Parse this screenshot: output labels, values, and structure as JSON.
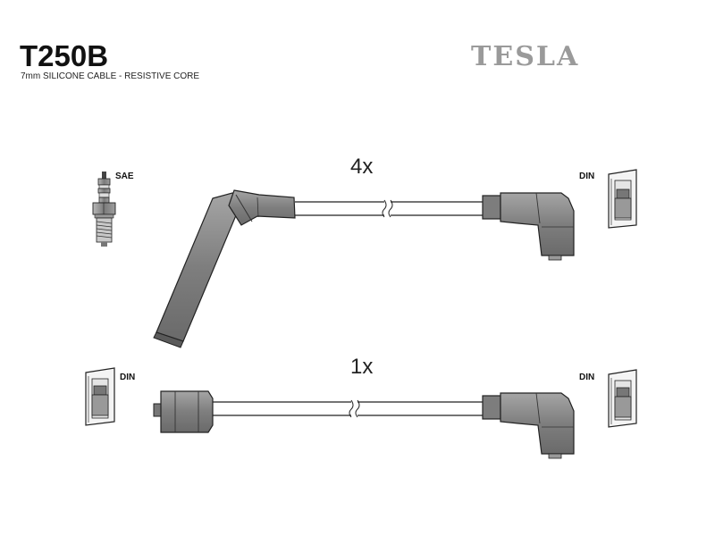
{
  "header": {
    "part_number": "T250B",
    "description": "7mm SILICONE CABLE - RESISTIVE CORE",
    "brand": "TESLA"
  },
  "cable_sets": [
    {
      "quantity_label": "4x",
      "left_terminal": "SAE",
      "right_terminal": "DIN"
    },
    {
      "quantity_label": "1x",
      "left_terminal": "DIN",
      "right_terminal": "DIN"
    }
  ],
  "colors": {
    "boot_fill": "#8a8a8a",
    "outline": "#222222",
    "brand_gray": "#9a9a9a"
  }
}
